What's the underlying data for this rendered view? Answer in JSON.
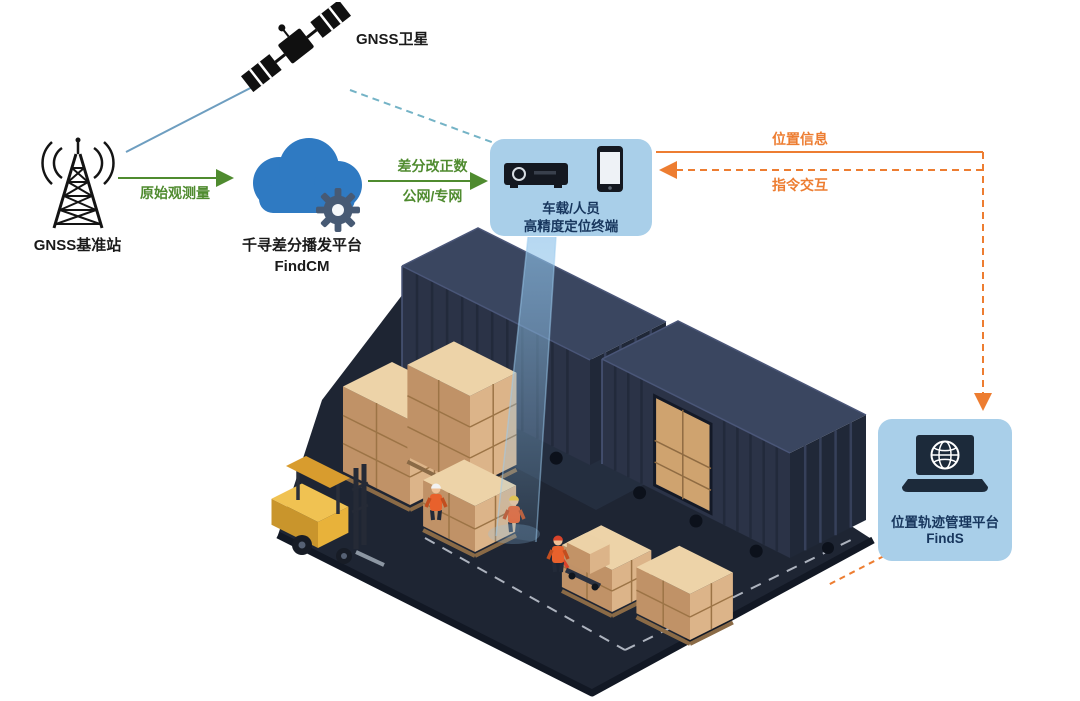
{
  "diagram": {
    "nodes": {
      "satellite": {
        "label": "GNSS卫星"
      },
      "base_station": {
        "label": "GNSS基准站"
      },
      "cloud_platform": {
        "name": "千寻差分播发平台",
        "product": "FindCM"
      },
      "terminal": {
        "line1": "车载/人员",
        "line2": "高精度定位终端"
      },
      "management_platform": {
        "name": "位置轨迹管理平台",
        "product": "FindS"
      }
    },
    "edges": {
      "raw_observation": {
        "label": "原始观测量"
      },
      "correction": {
        "label_line1": "差分改正数",
        "label_line2": "公网/专网"
      },
      "position_info": {
        "label": "位置信息"
      },
      "command_interaction": {
        "label": "指令交互"
      }
    },
    "icons": {
      "satellite": "satellite-icon",
      "base_station": "antenna-tower-icon",
      "cloud_platform": "cloud-gear-icon",
      "terminal_receiver": "receiver-box-icon",
      "terminal_phone": "smartphone-icon",
      "management_platform": "laptop-globe-icon"
    },
    "colors": {
      "green": "#4f8b2f",
      "orange": "#ed7d31",
      "teal_dashed": "#74b3c6",
      "steel_line": "#6e9ec0",
      "bubble_bg": "#a9cfe9",
      "bubble_text": "#17365d",
      "container_dark": "#2b3347",
      "floor_dark": "#1e2533",
      "box_tan": "#dcb489"
    }
  }
}
